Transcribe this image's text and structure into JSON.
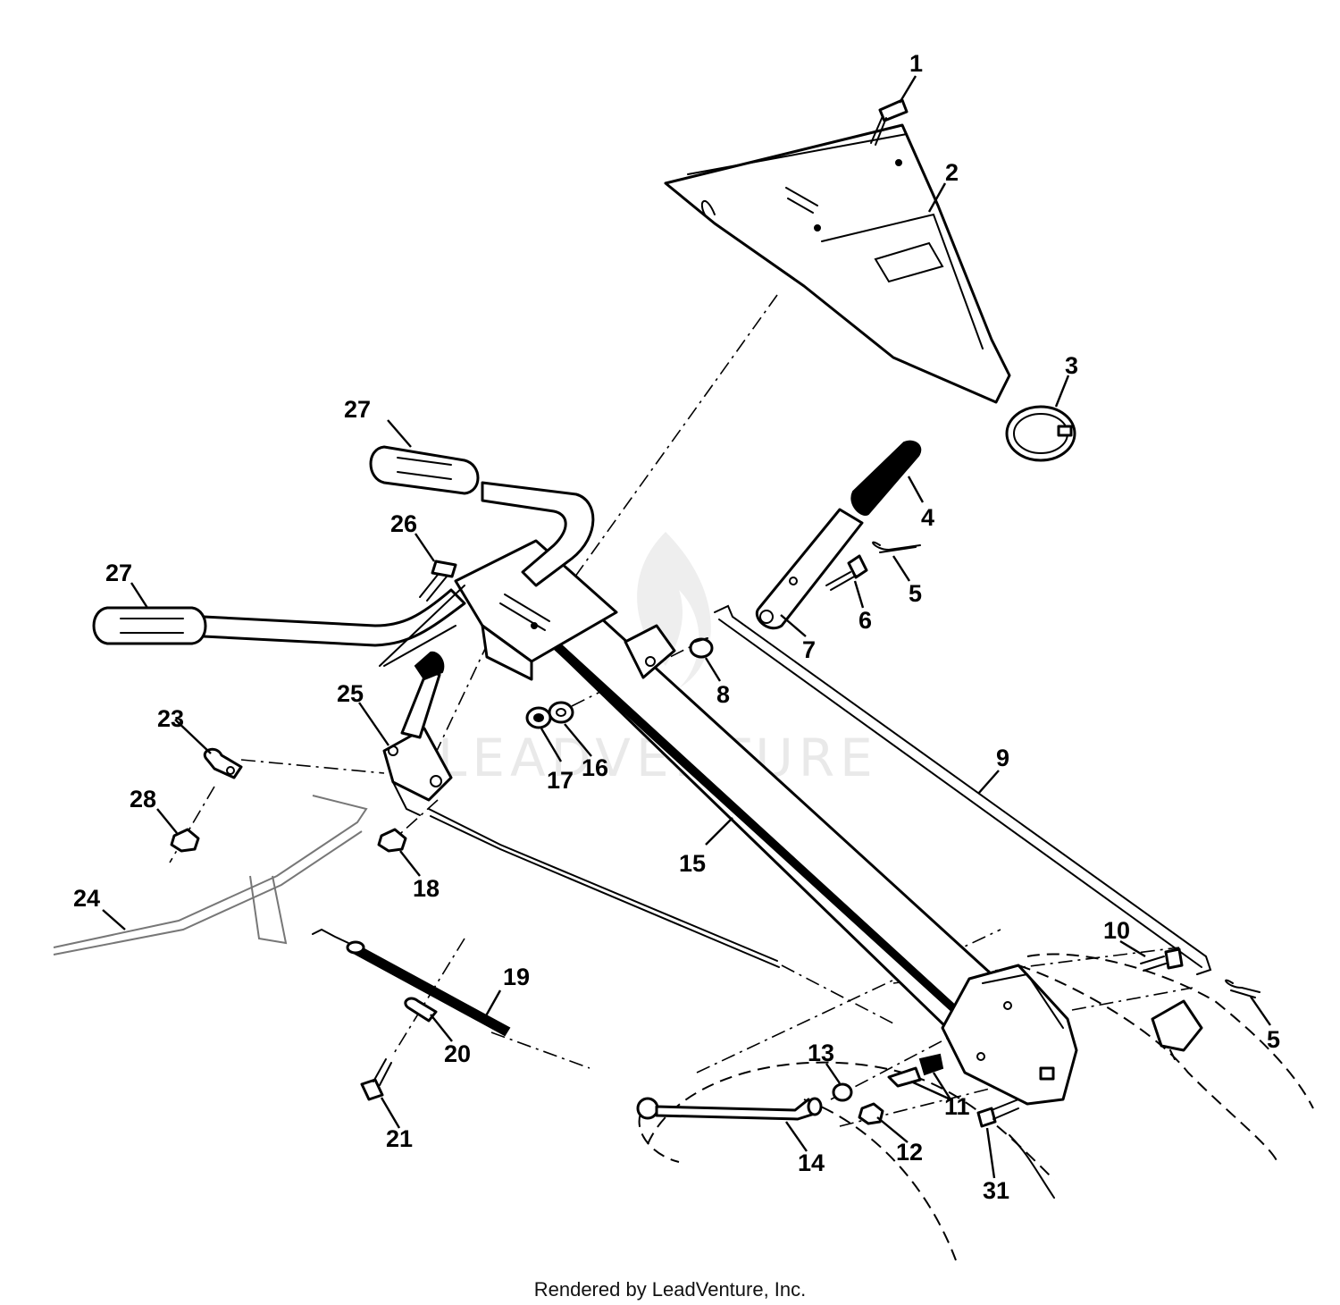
{
  "watermark": {
    "text": "LEADVENTURE"
  },
  "credit": "Rendered by LeadVenture, Inc.",
  "callouts": {
    "c1": "1",
    "c2": "2",
    "c3": "3",
    "c4": "4",
    "c5a": "5",
    "c5b": "5",
    "c6": "6",
    "c7": "7",
    "c8": "8",
    "c9": "9",
    "c10": "10",
    "c11": "11",
    "c12": "12",
    "c13": "13",
    "c14": "14",
    "c15": "15",
    "c16": "16",
    "c17": "17",
    "c18": "18",
    "c19": "19",
    "c20": "20",
    "c21": "21",
    "c23": "23",
    "c24": "24",
    "c25": "25",
    "c26": "26",
    "c27a": "27",
    "c27b": "27",
    "c28": "28",
    "c31": "31"
  }
}
